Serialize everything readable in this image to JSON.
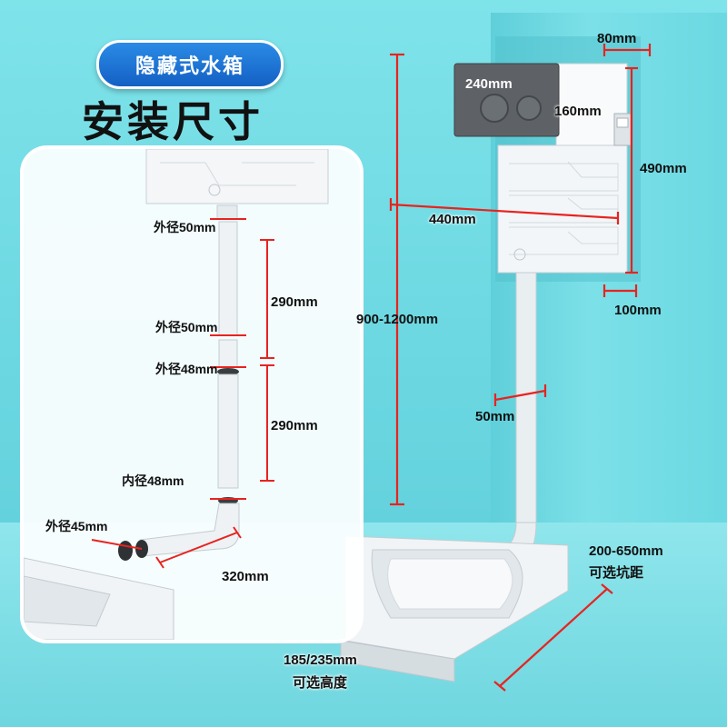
{
  "header": {
    "pill_text": "隐藏式水箱",
    "title": "安装尺寸"
  },
  "inset_labels": {
    "od50_top": "外径50mm",
    "len_290_top": "290mm",
    "od50_mid": "外径50mm",
    "od48": "外径48mm",
    "len_290_bottom": "290mm",
    "id48": "内径48mm",
    "od45": "外径45mm",
    "len_320": "320mm"
  },
  "main_labels": {
    "w80": "80mm",
    "w240": "240mm",
    "h160": "160mm",
    "h490": "490mm",
    "w440": "440mm",
    "d100": "100mm",
    "h900_1200": "900-1200mm",
    "pipe50": "50mm",
    "pit_range": "200-650mm",
    "pit_caption": "可选坑距",
    "height_range": "185/235mm",
    "height_caption": "可选高度"
  },
  "colors": {
    "dimension_red": "#e8231f",
    "pill_blue": "#1a6fd6",
    "panel_gray": "#5e6266"
  }
}
